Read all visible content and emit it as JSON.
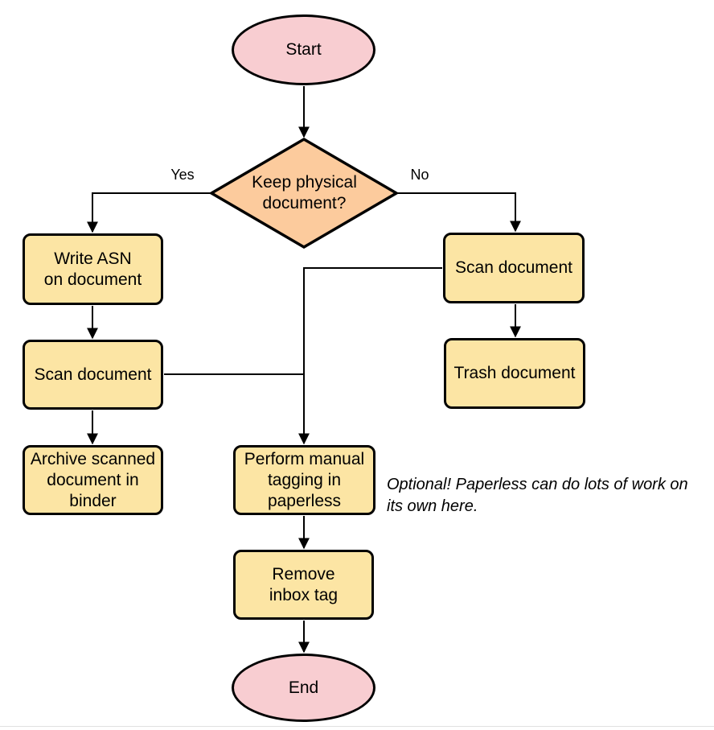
{
  "canvas": {
    "background": "#ffffff",
    "bottom_rule_color": "#e0e0e0"
  },
  "palette": {
    "terminal_fill": "#f8cdd1",
    "decision_fill": "#fccb9d",
    "process_fill": "#fce5a4",
    "stroke": "#000000"
  },
  "nodes": {
    "start": {
      "label": "Start"
    },
    "decision": {
      "label": "Keep physical\ndocument?"
    },
    "write_asn": {
      "label": "Write ASN\non document"
    },
    "scan_left": {
      "label": "Scan document"
    },
    "archive": {
      "label": "Archive scanned\ndocument in\nbinder"
    },
    "scan_right": {
      "label": "Scan document"
    },
    "trash": {
      "label": "Trash document"
    },
    "tagging": {
      "label": "Perform manual\ntagging in\npaperless"
    },
    "remove_inbox": {
      "label": "Remove\ninbox tag"
    },
    "end": {
      "label": "End"
    }
  },
  "edge_labels": {
    "yes": "Yes",
    "no": "No"
  },
  "annotation": {
    "text": "Optional! Paperless can do lots of work on its own here."
  }
}
